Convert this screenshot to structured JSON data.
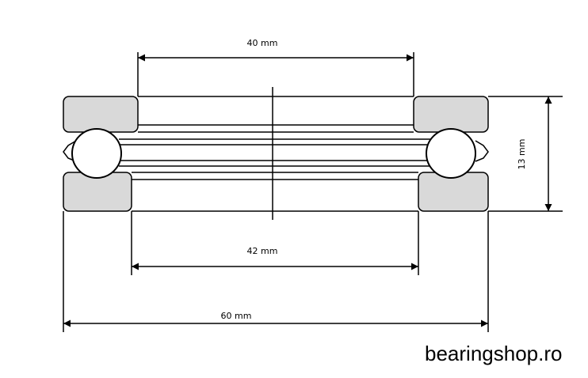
{
  "dimensions": {
    "inner_top": "40 mm",
    "inner_bottom": "42 mm",
    "outer": "60 mm",
    "height": "13 mm"
  },
  "watermark": "bearingshop.ro",
  "colors": {
    "washer_fill": "#d9d9d9",
    "ball_fill": "#ffffff",
    "line": "#000000",
    "background": "#ffffff"
  }
}
